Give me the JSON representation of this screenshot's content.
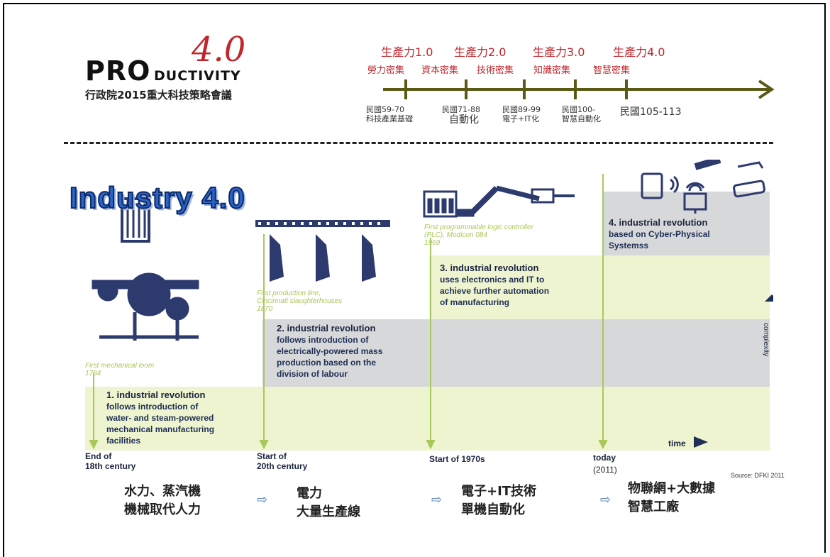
{
  "logo": {
    "pro": "PRO",
    "ductivity": "DUCTIVITY",
    "version": "4.0",
    "subtitle": "行政院2015重大科技策略會議"
  },
  "timeline": {
    "titles": [
      "生產力1.0",
      "生產力2.0",
      "生產力3.0",
      "生產力4.0"
    ],
    "subtitles": [
      "勞力密集",
      "資本密集",
      "技術密集",
      "知識密集",
      "智慧密集"
    ],
    "periods": [
      {
        "line1": "民國59-70",
        "line2": "科技產業基礎"
      },
      {
        "line1": "民國71-88",
        "line2": "自動化"
      },
      {
        "line1": "民國89-99",
        "line2": "電子+IT化"
      },
      {
        "line1": "民國100-",
        "line2": "智慧自動化"
      },
      {
        "line1": "民國105-113",
        "line2": ""
      }
    ]
  },
  "diagram": {
    "title": "Industry 4.0",
    "stages": [
      {
        "caption_line1": "First mechanical loom",
        "caption_line2": "1784",
        "heading": "1. industrial revolution",
        "desc1": "follows introduction of",
        "desc2": "water- and steam-powered",
        "desc3": "mechanical manufacturing",
        "desc4": "facilities",
        "era1": "End of",
        "era2": "18th century"
      },
      {
        "caption_line1": "First production line,",
        "caption_line2": "Cincinnati slaughterhouses",
        "caption_line3": "1870",
        "heading": "2. industrial revolution",
        "desc1": "follows introduction of",
        "desc2": "electrically-powered mass",
        "desc3": "production based on the",
        "desc4": "division of labour",
        "era1": "Start of",
        "era2": "20th century"
      },
      {
        "caption_line1": "First programmable logic controller",
        "caption_line2": "(PLC), Modicon 084",
        "caption_line3": "1969",
        "heading": "3. industrial revolution",
        "desc1": "uses electronics and IT to",
        "desc2": "achieve further automation",
        "desc3": "of manufacturing",
        "era1": "Start of 1970s"
      },
      {
        "heading": "4. industrial revolution",
        "desc1": "based on Cyber-Physical",
        "desc2": "Systemss",
        "era1": "today",
        "era2": "(2011)"
      }
    ],
    "time_label": "time",
    "complexity_label": "complexity",
    "source": "Source: DFKI 2011"
  },
  "summary": [
    {
      "line1": "水力、蒸汽機",
      "line2": "機械取代人力"
    },
    {
      "line1": "電力",
      "line2": "大量生產線"
    },
    {
      "line1": "電子+IT技術",
      "line2": "單機自動化"
    },
    {
      "line1": "物聯網+大數據",
      "line2": "智慧工廠"
    }
  ],
  "colors": {
    "accent_red": "#c0262b",
    "timeline_olive": "#5a5a14",
    "band_green": "#eef4cf",
    "band_gray": "#d6d8d9",
    "title_blue": "#2b63c9",
    "navy": "#1f2f55",
    "arrow_blue": "#5a82b7"
  }
}
